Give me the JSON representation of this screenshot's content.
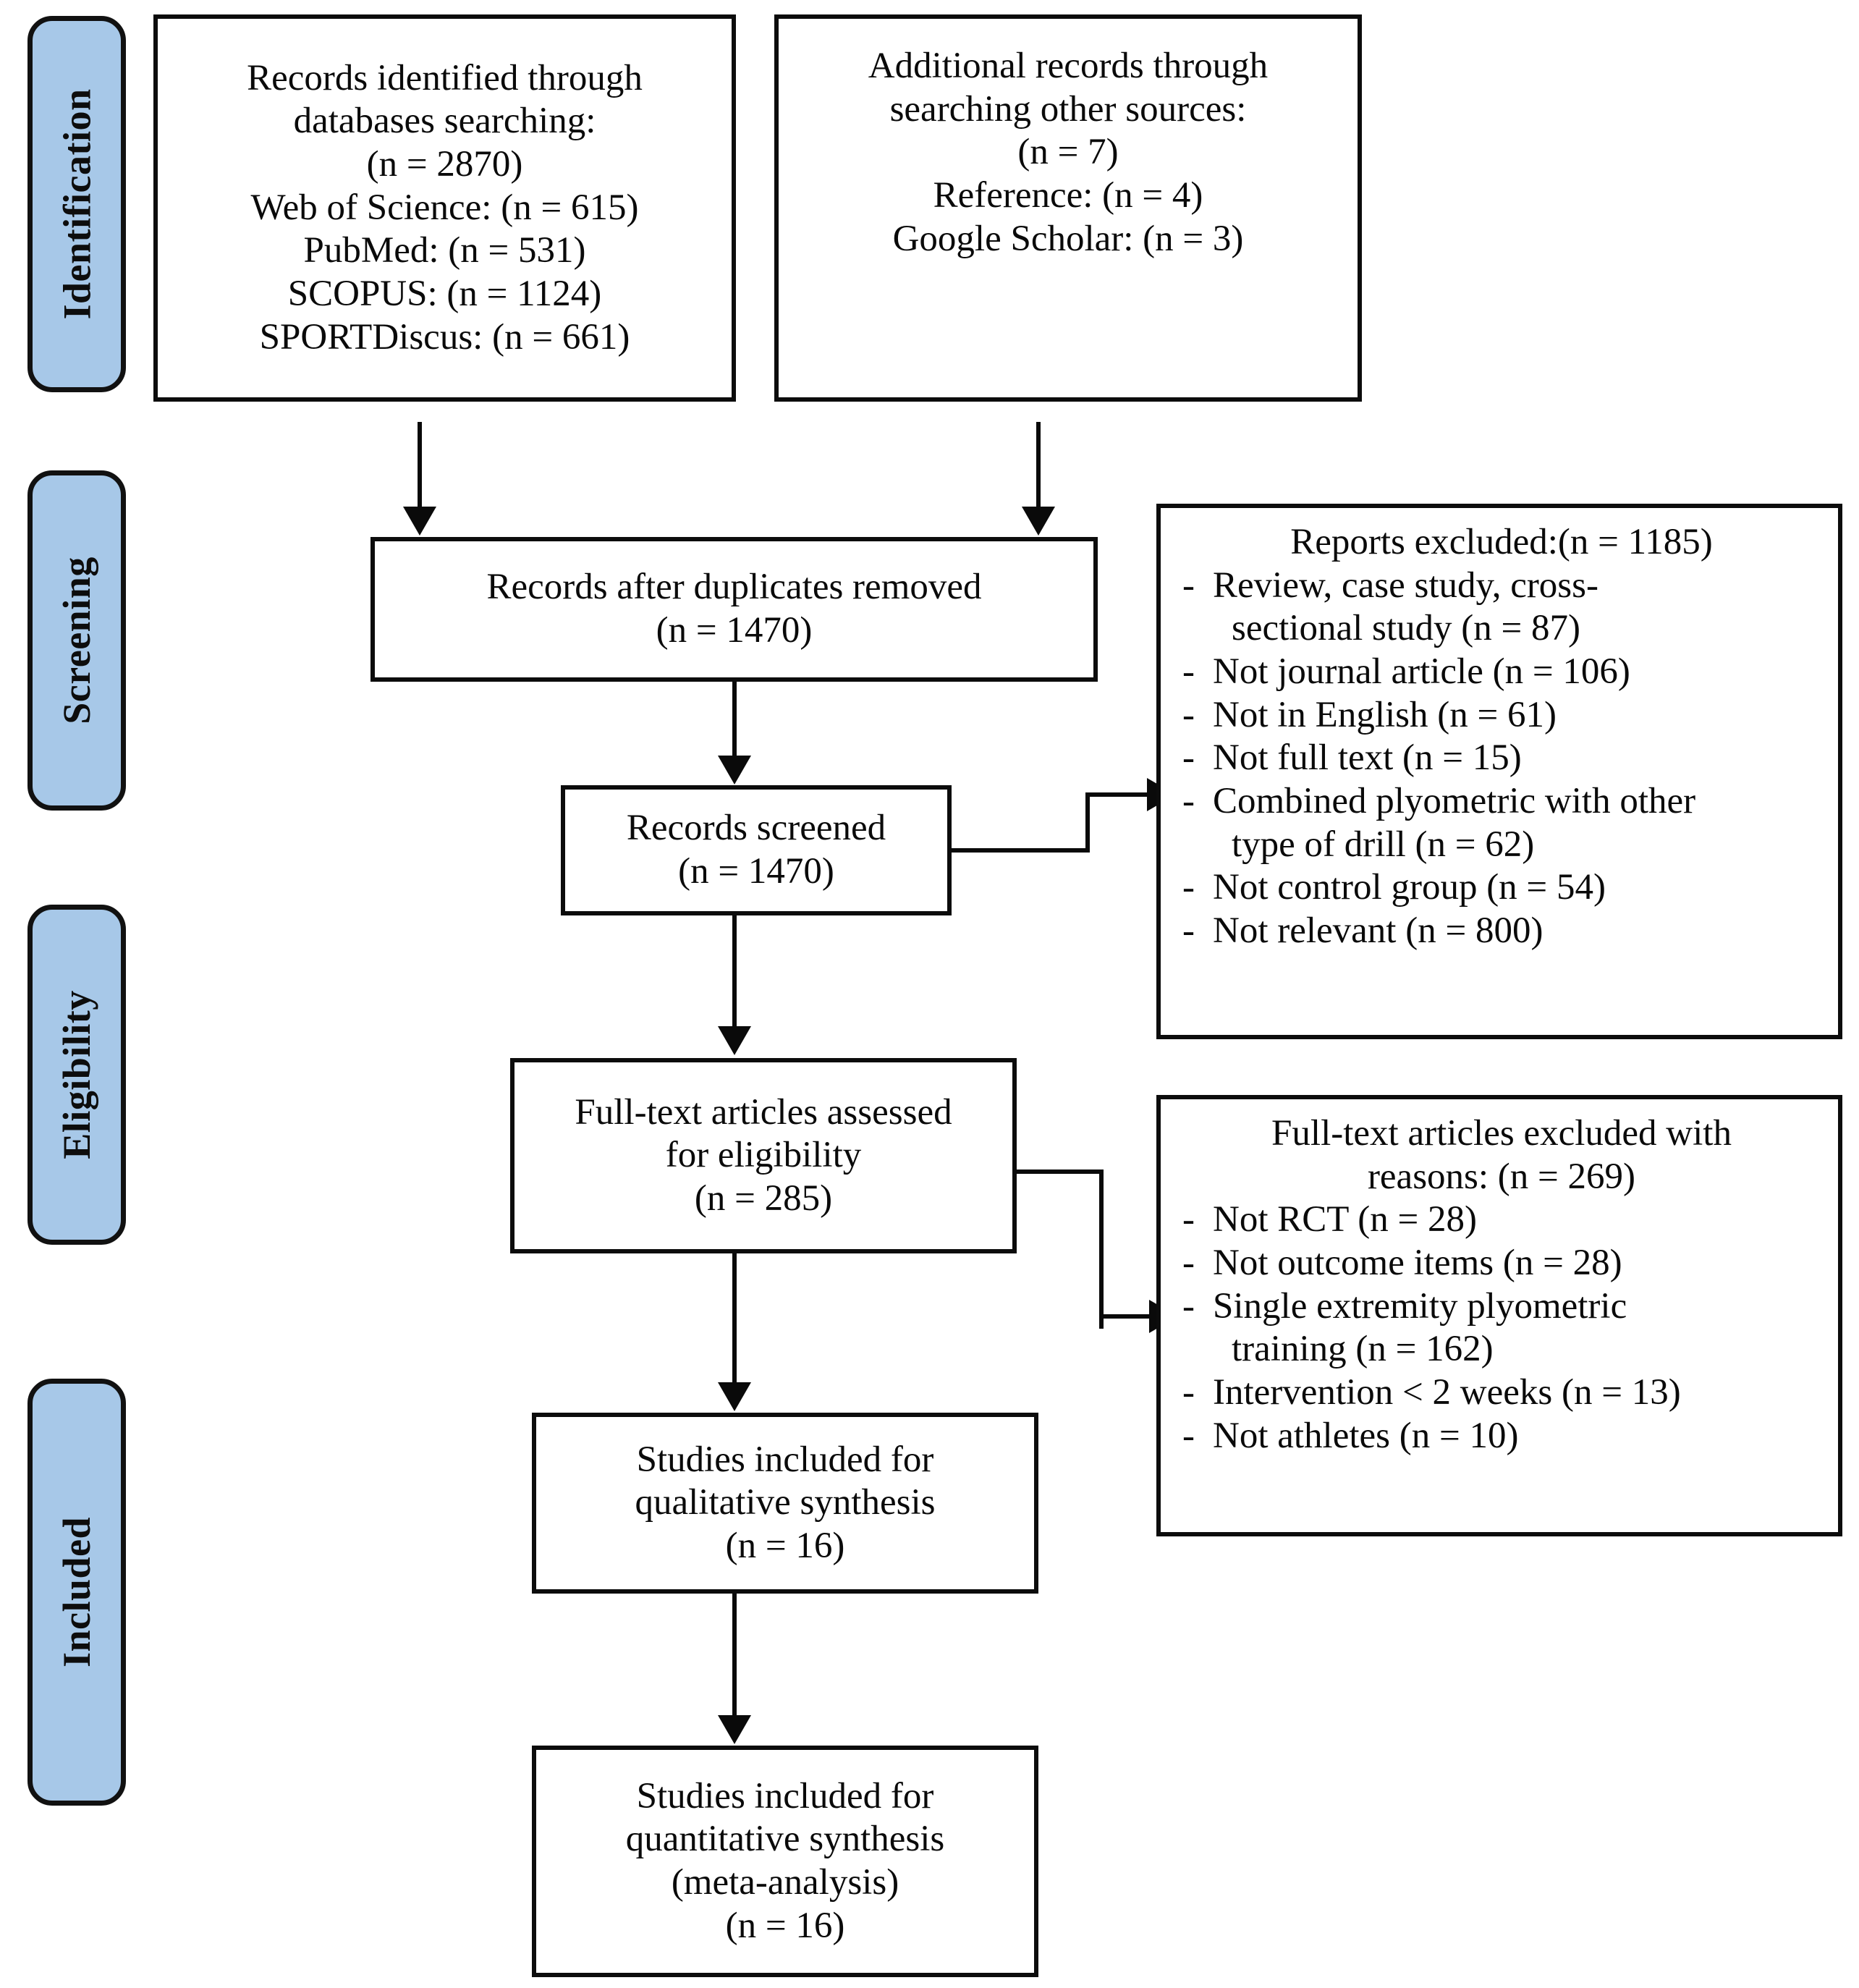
{
  "diagram": {
    "type": "PRISMA flow diagram",
    "stages": [
      {
        "id": "identification",
        "label": "Identification"
      },
      {
        "id": "screening",
        "label": "Screening"
      },
      {
        "id": "eligibility",
        "label": "Eligibility"
      },
      {
        "id": "included",
        "label": "Included"
      }
    ],
    "boxes": {
      "databases": {
        "lines": [
          "Records identified through",
          "databases searching:",
          "(n = 2870)",
          "Web of Science: (n = 615)",
          "PubMed: (n = 531)",
          "SCOPUS: (n = 1124)",
          "SPORTDiscus: (n = 661)"
        ]
      },
      "other_sources": {
        "lines": [
          "Additional records through",
          "searching other sources:",
          "(n = 7)",
          "Reference: (n = 4)",
          "Google Scholar: (n = 3)"
        ]
      },
      "duplicates_removed": {
        "lines": [
          "Records after duplicates removed",
          "(n = 1470)"
        ]
      },
      "records_screened": {
        "lines": [
          "Records screened",
          "(n = 1470)"
        ]
      },
      "fulltext_assessed": {
        "lines": [
          "Full-text articles assessed",
          "for eligibility",
          "(n = 285)"
        ]
      },
      "qualitative": {
        "lines": [
          "Studies included for",
          "qualitative synthesis",
          "(n = 16)"
        ]
      },
      "quantitative": {
        "lines": [
          "Studies included for",
          "quantitative synthesis",
          "(meta-analysis)",
          "(n = 16)"
        ]
      },
      "reports_excluded": {
        "header": "Reports excluded:(n = 1185)",
        "items": [
          [
            "Review, case study, cross-",
            "sectional study (n = 87)"
          ],
          [
            "Not journal article (n = 106)"
          ],
          [
            "Not in English (n = 61)"
          ],
          [
            "Not full text (n = 15)"
          ],
          [
            "Combined plyometric with other",
            "type of drill (n = 62)"
          ],
          [
            "Not control group (n = 54)"
          ],
          [
            "Not relevant (n = 800)"
          ]
        ]
      },
      "fulltext_excluded": {
        "header_lines": [
          "Full-text articles excluded with",
          "reasons: (n = 269)"
        ],
        "items": [
          [
            "Not RCT (n = 28)"
          ],
          [
            "Not outcome items (n = 28)"
          ],
          [
            "Single extremity plyometric",
            "training (n = 162)"
          ],
          [
            "Intervention < 2 weeks (n = 13)"
          ],
          [
            "Not athletes (n = 10)"
          ]
        ]
      }
    },
    "bullet_dash": "-",
    "colors": {
      "stage_fill": "#a7c8e8",
      "stroke": "#0c0c0c",
      "box_fill": "#ffffff",
      "text": "#0a0a0a"
    }
  }
}
